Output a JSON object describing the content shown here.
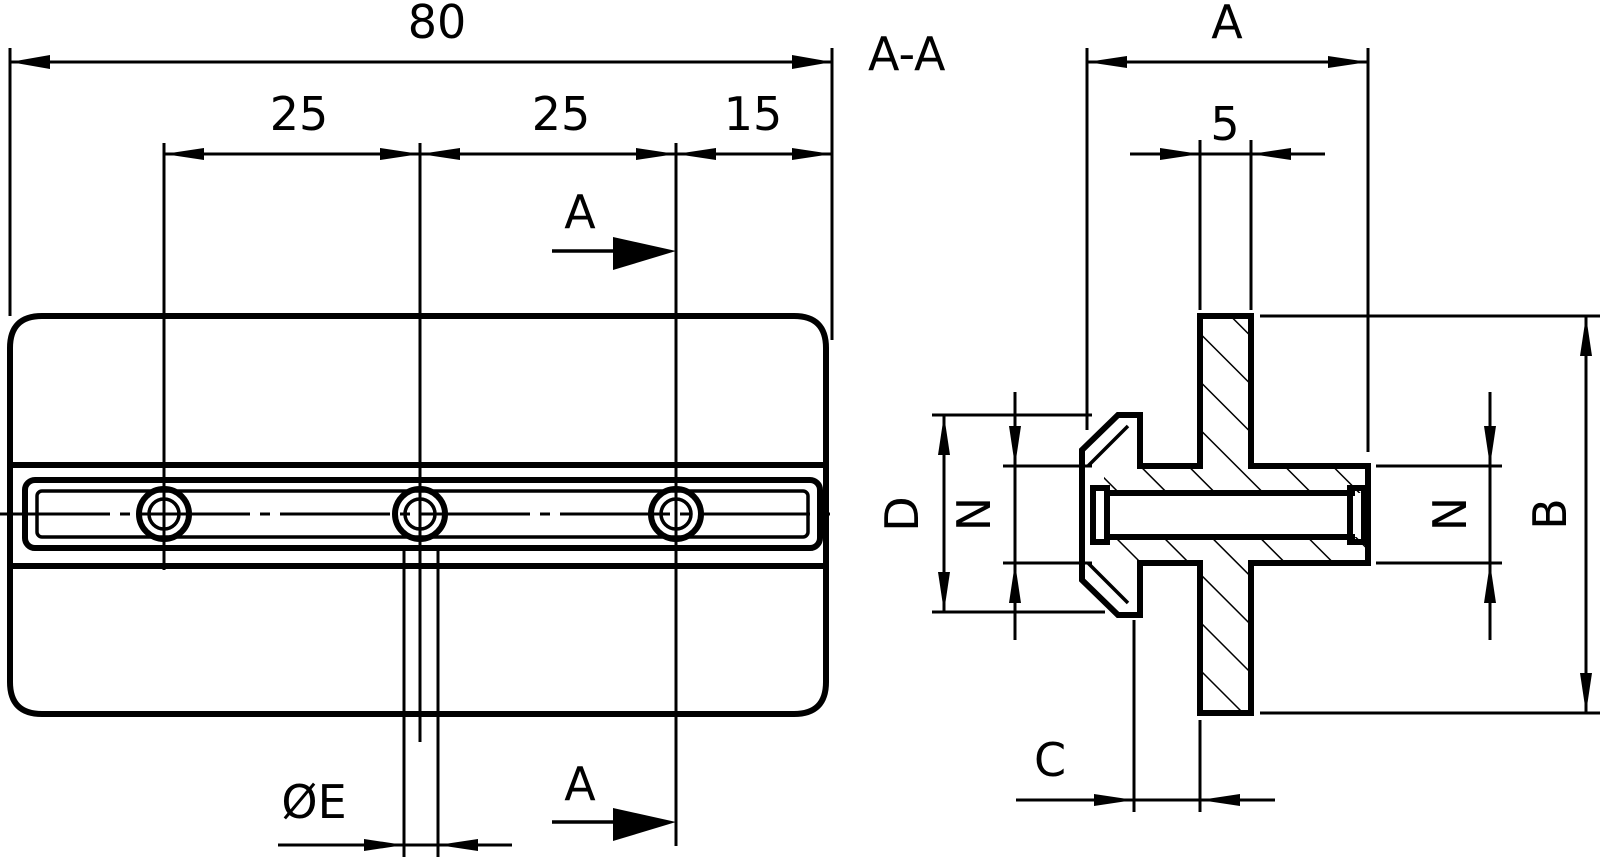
{
  "labels": {
    "overall_width": "80",
    "pitch_1": "25",
    "pitch_2": "25",
    "end_offset": "15",
    "section_title": "A-A",
    "section_mark_top": "A",
    "section_mark_bottom": "A",
    "hole_diameter": "ØE",
    "side_width": "A",
    "plate_thickness": "5",
    "flange_height": "D",
    "slot_width_left": "N",
    "slot_width_right": "N",
    "overall_height": "B",
    "offset": "C"
  }
}
